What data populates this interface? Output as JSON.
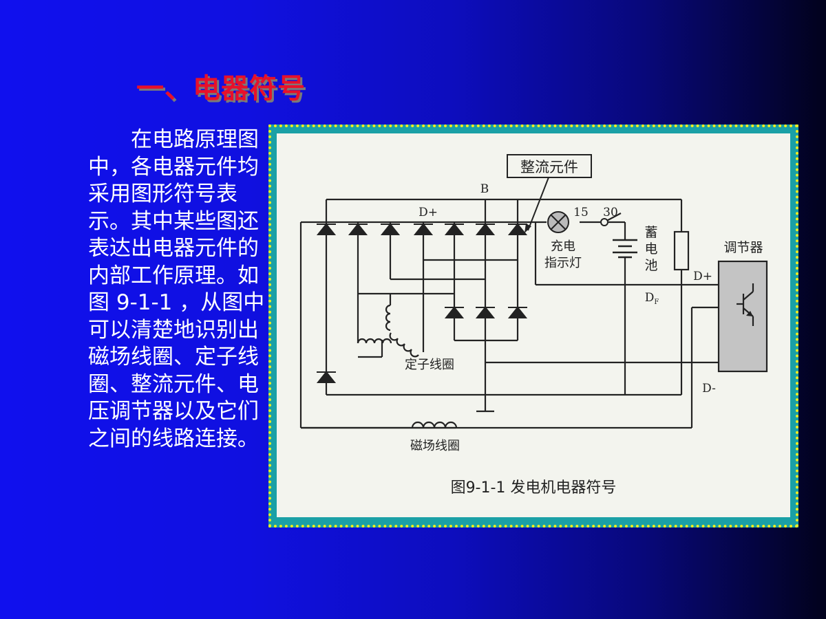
{
  "slide": {
    "title": "一、电器符号",
    "body": "在电路原理图中，各电器元件均采用图形符号表示。其中某些图还表达出电器元件的内部工作原理。如图 9-1-1 ，从图中可以清楚地识别出磁场线圈、定子线圈、整流元件、电压调节器以及它们之间的线路连接。"
  },
  "figure": {
    "labels": {
      "rectifier": "整流元件",
      "b_terminal": "B",
      "d_plus_top": "D+",
      "num_15": "15",
      "num_30": "30",
      "indicator_line1": "充电",
      "indicator_line2": "指示灯",
      "battery_line1": "蓄",
      "battery_line2": "电",
      "battery_line3": "池",
      "regulator": "调节器",
      "d_plus_right": "D+",
      "df": "D",
      "df_sub": "F",
      "stator": "定子线圈",
      "d_minus": "D-",
      "field_coil": "磁场线圈"
    },
    "caption": "图9-1-1 发电机电器符号"
  },
  "colors": {
    "title": "#e8102a",
    "border": "#f2ee1e",
    "panel": "#f3f4ee",
    "line": "#222222",
    "regulator_fill": "#c4c4c4"
  }
}
